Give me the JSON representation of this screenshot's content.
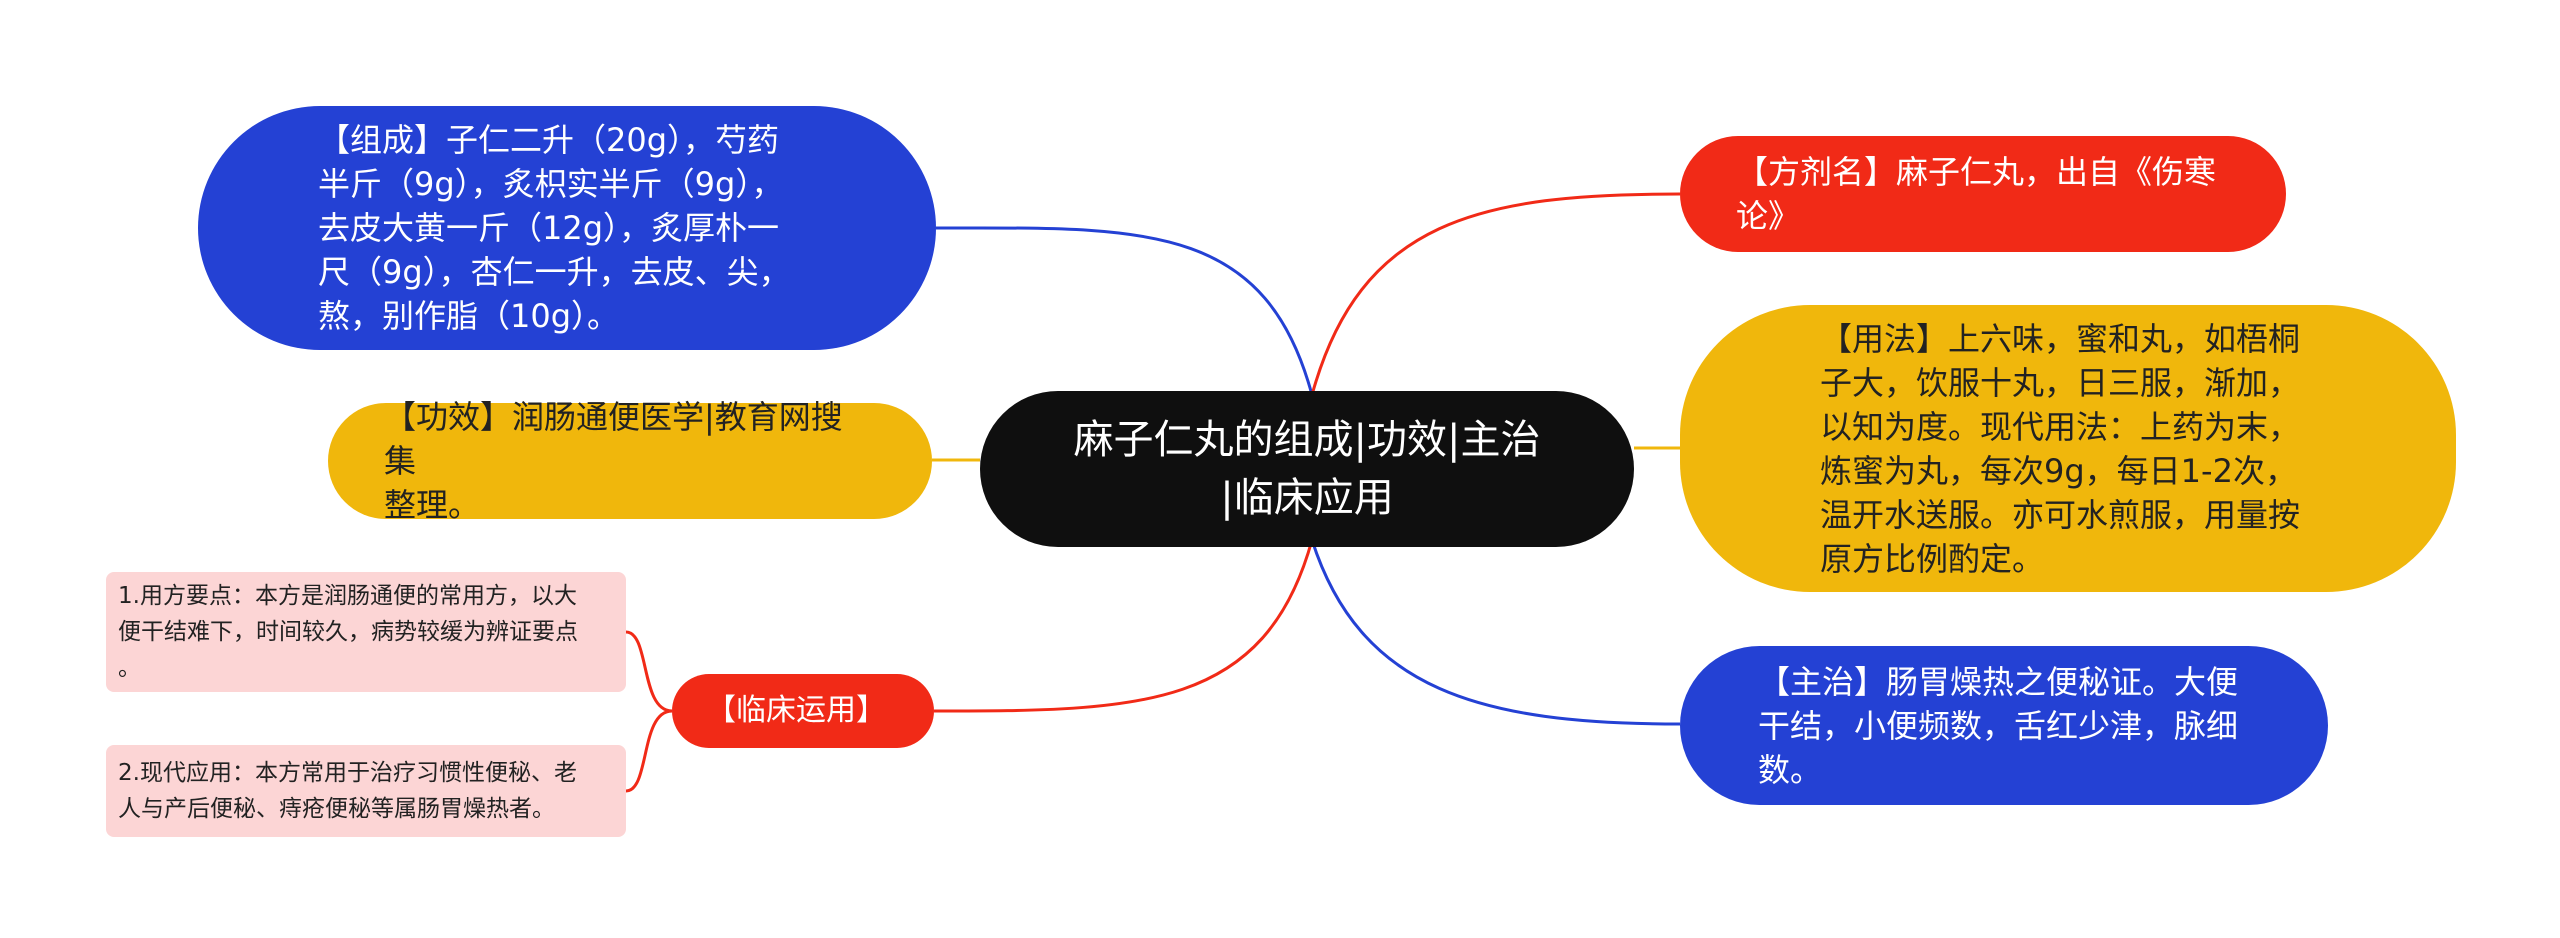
{
  "center": {
    "title": "麻子仁丸的组成|功效|主治\n|临床应用"
  },
  "nodes": {
    "zucheng": "【组成】子仁二升（20g），芍药\n半斤（9g），炙枳实半斤（9g），\n去皮大黄一斤（12g），炙厚朴一\n尺（9g），杏仁一升，去皮、尖，\n熬，别作脂（10g）。",
    "gongxiao": "【功效】润肠通便医学|教育网搜集\n整理。",
    "linchuang": "【临床运用】",
    "fangji": "【方剂名】麻子仁丸，出自《伤寒\n论》",
    "yongfa": "【用法】上六味，蜜和丸，如梧桐\n子大，饮服十丸，日三服，渐加，\n以知为度。现代用法：上药为末，\n炼蜜为丸，每次9g，每日1-2次，\n温开水送服。亦可水煎服，用量按\n原方比例酌定。",
    "zhuzhi": "【主治】肠胃燥热之便秘证。大便\n干结，小便频数，舌红少津，脉细\n数。"
  },
  "notes": {
    "note1": "1.用方要点：本方是润肠通便的常用方，以大\n便干结难下，时间较久，病势较缓为辨证要点\n。",
    "note2": "2.现代应用：本方常用于治疗习惯性便秘、老\n人与产后便秘、痔疮便秘等属肠胃燥热者。"
  },
  "colors": {
    "blue": "#2441d4",
    "yellow": "#f0b70c",
    "red": "#f12a17",
    "center": "#0f0f0f",
    "note": "#fcd5d5"
  }
}
